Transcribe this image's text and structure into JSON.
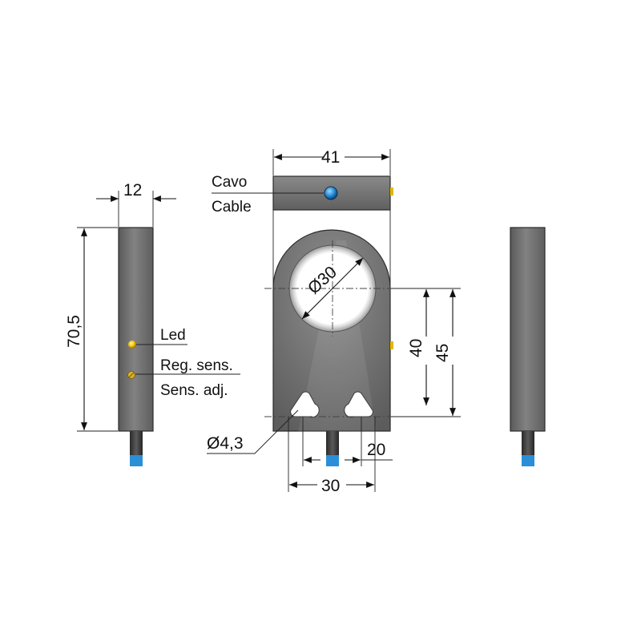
{
  "dimensions": {
    "width_top": "41",
    "side_width": "12",
    "side_height": "70,5",
    "bore_diameter": "Ø30",
    "height_40": "40",
    "height_45": "45",
    "hole_diameter": "Ø4,3",
    "hole_spacing_small": "20",
    "hole_spacing_large": "30"
  },
  "labels": {
    "cable_it": "Cavo",
    "cable_en": "Cable",
    "led": "Led",
    "adj_it": "Reg. sens.",
    "adj_en": "Sens. adj."
  },
  "colors": {
    "cable_blue": "#2a8fd6",
    "led_yellow": "#f5c400",
    "body_gray": "#6f6f6f"
  }
}
